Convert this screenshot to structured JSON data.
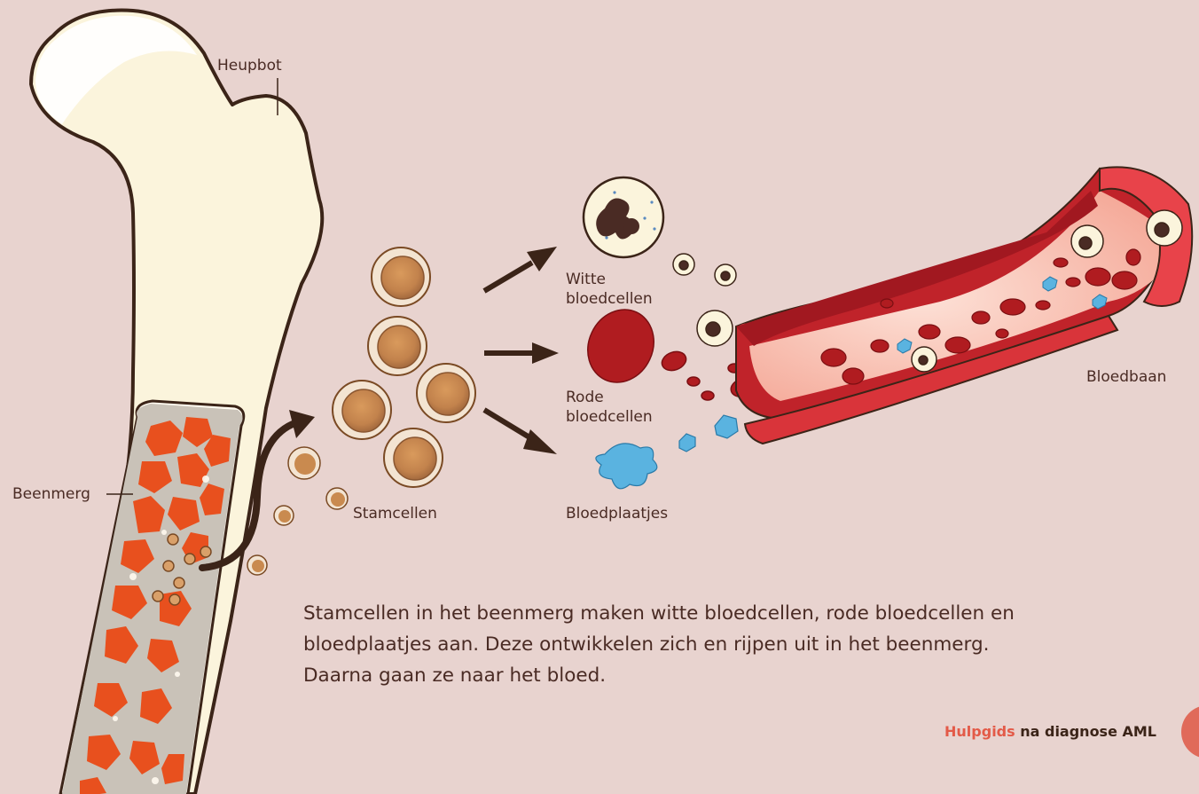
{
  "labels": {
    "heupbot": "Heupbot",
    "beenmerg": "Beenmerg",
    "stamcellen": "Stamcellen",
    "witte_1": "Witte",
    "witte_2": "bloedcellen",
    "rode_1": "Rode",
    "rode_2": "bloedcellen",
    "bloedplaatjes": "Bloedplaatjes",
    "bloedbaan": "Bloedbaan"
  },
  "caption": {
    "line1": "Stamcellen in het beenmerg maken witte bloedcellen, rode bloedcellen en",
    "line2": "bloedplaatjes aan. Deze  ontwikkelen zich en rijpen uit in het beenmerg.",
    "line3": "Daarna gaan ze naar het bloed."
  },
  "footer": {
    "accent": "Hulpgids",
    "rest": " na diagnose AML"
  },
  "colors": {
    "background": "#e8d3cf",
    "bone": "#fbf4dc",
    "marrow": "#e8501e",
    "red_cell": "#b01c20",
    "platelet": "#5ab3e0",
    "stem_cell": "#c98a4f",
    "accent": "#e35a48"
  }
}
